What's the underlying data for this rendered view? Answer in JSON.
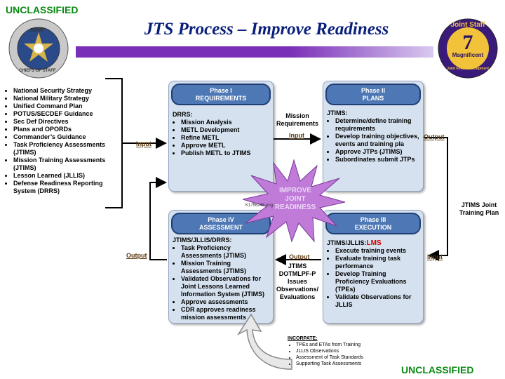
{
  "classification": {
    "top": "UNCLASSIFIED",
    "bottom": "UNCLASSIFIED"
  },
  "title": "JTS Process – Improve Readiness",
  "logo_right": {
    "top_text": "Joint Staff",
    "number": "7",
    "middle_text": "Magnificent",
    "bottom_text": "Joint Force Development"
  },
  "logo_left": {
    "top_text": "JOINT",
    "bottom_text": "CHIEFS OF STAFF"
  },
  "inputs_list": [
    "National Security Strategy",
    "National Military Strategy",
    "Unified Command Plan",
    "POTUS/SECDEF Guidance",
    "Sec Def Directives",
    "Plans and OPORDs",
    "Commander’s Guidance",
    "Task Proficiency Assessments (JTIMS)",
    "Mission Training Assessments (JTIMS)",
    "Lesson Learned (JLLIS)",
    "Defense Readiness Reporting System (DRRS)"
  ],
  "phases": {
    "p1": {
      "header_line1": "Phase I",
      "header_line2": "REQUIREMENTS",
      "heading": "DRRS:",
      "items": [
        "Mission Analysis",
        "METL Development",
        "Refine METL",
        "Approve METL",
        "Publish METL to JTIMS"
      ]
    },
    "p2": {
      "header_line1": "Phase II",
      "header_line2": "PLANS",
      "heading": "JTIMS:",
      "items": [
        "Determine/define training requirements",
        "Develop training objectives, events and training pla",
        "Approve JTPs (JTIMS)",
        "Subordinates submit JTPs"
      ]
    },
    "p3": {
      "header_line1": "Phase III",
      "header_line2": "EXECUTION",
      "heading": "JTIMS/JLLIS:",
      "heading_extra": "LMS",
      "items": [
        "Execute training events",
        "Evaluate training task performance",
        "Develop Training Proficiency Evaluations (TPEs)",
        "Validate Observations for JLLIS"
      ]
    },
    "p4": {
      "header_line1": "Phase IV",
      "header_line2": "ASSESSMENT",
      "heading": "JTIMS/JLLIS/DRRS:",
      "items": [
        "Task Proficiency Assessments (JTIMS)",
        "Mission Training Assessments (JTIMS)",
        "Validated Observations for Joint Lessons Learned Information System (JTIMS)",
        "Approve assessments",
        "CDR approves readiness mission assessments"
      ]
    }
  },
  "labels": {
    "input_left": "Input",
    "output_left": "Output",
    "mission_requirements": "Mission Requirements",
    "input_mid": "Input",
    "output_right_top": "Output",
    "input_right_bottom": "Input",
    "output_mid": "Output",
    "jtims_jtp": "JTIMS Joint Training Plan",
    "mid_bottom": "JTIMS DOTMLPF-P Issues Observations/ Evaluations",
    "starburst": "IMPROVE JOINT READINESS",
    "small_id": "K1756245.png"
  },
  "incorporate": {
    "heading": "INCORPATE:",
    "items": [
      "TPEs and ETAs from Training",
      "JLLIS Observations",
      "Assessment of Task Standards",
      "Supporting Task Assessments"
    ]
  },
  "colors": {
    "classification": "#0a8a12",
    "title": "#0a1f7a",
    "phase_header": "#4e78b5",
    "phase_body": "#d5e1ef",
    "starburst": "#c07ad8",
    "lms": "#d00000"
  }
}
